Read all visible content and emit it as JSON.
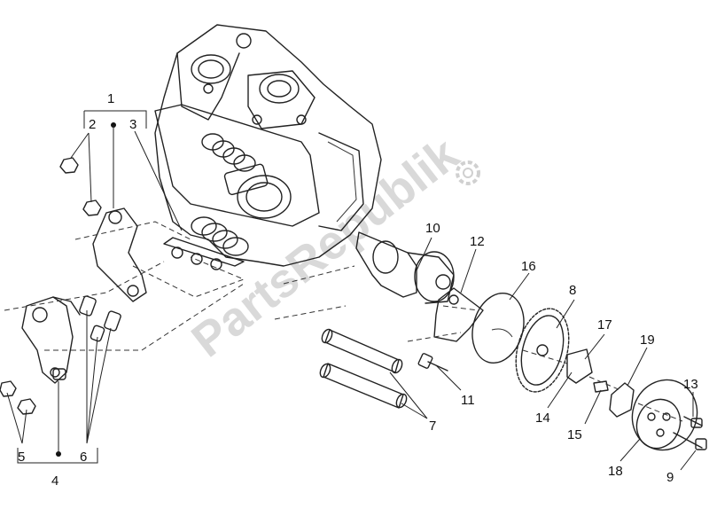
{
  "watermark": {
    "text": "PartsRepublik"
  },
  "callouts": {
    "c1": "1",
    "c2": "2",
    "c3": "3",
    "c4": "4",
    "c5": "5",
    "c6": "6",
    "c7": "7",
    "c8": "8",
    "c9": "9",
    "c10": "10",
    "c11": "11",
    "c12": "12",
    "c13": "13",
    "c14": "14",
    "c15": "15",
    "c16": "16",
    "c17": "17",
    "c18": "18",
    "c19": "19"
  }
}
